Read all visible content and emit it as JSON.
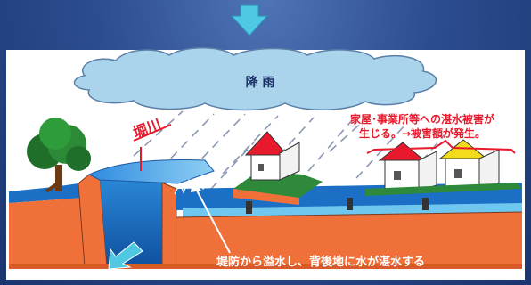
{
  "diagram": {
    "rain_label": "降 雨",
    "river_label": "堀川",
    "damage_text_line1": "家屋･事業所等への湛水被害が",
    "damage_text_line2": "生じる。→被害額が発生。",
    "bottom_caption": "堤防から溢水し、背後地に水が湛水する"
  },
  "colors": {
    "background": "#2c4d8f",
    "cloud_fill": "#a9d4ec",
    "water": "#1b6fc4",
    "earth": "#f0703a",
    "accent_red": "#e8192c",
    "arrow_cyan": "#4fc8e3"
  }
}
